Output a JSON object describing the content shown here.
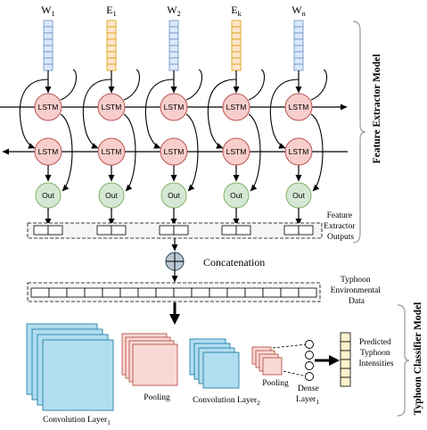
{
  "inputs": [
    {
      "base": "W",
      "sub": "1",
      "color": "blue"
    },
    {
      "base": "E",
      "sub": "1",
      "color": "orange"
    },
    {
      "base": "W",
      "sub": "2",
      "color": "blue"
    },
    {
      "base": "E",
      "sub": "k",
      "color": "orange"
    },
    {
      "base": "W",
      "sub": "n",
      "color": "blue"
    }
  ],
  "cell_label": "LSTM",
  "out_label": "Out",
  "feature_outputs_label": [
    "Feature",
    "Extractor",
    "Outputs"
  ],
  "concatenation_label": "Concatenation",
  "env_data_label": [
    "Typhoon",
    "Environmental",
    "Data"
  ],
  "conv1": {
    "base": "Convolution Layer",
    "sub": "1"
  },
  "pooling1_label": "Pooling",
  "conv2": {
    "base": "Convolution Layer",
    "sub": "2"
  },
  "pooling2_label": "Pooling",
  "dense": {
    "line1": "Dense",
    "base": "Layer",
    "sub": "1"
  },
  "predicted_label": [
    "Predicted",
    "Typhoon",
    "Intensities"
  ],
  "side_labels": {
    "top": "Feature Extractor Model",
    "bottom": "Typhoon Classifier Model"
  },
  "colors": {
    "blue_fill": "#dae8fc",
    "blue_stroke": "#6c8ebf",
    "orange_fill": "#ffe6cc",
    "orange_stroke": "#d79b00",
    "lstm_fill": "#f8cecc",
    "lstm_stroke": "#b85450",
    "out_fill": "#d5e8d4",
    "out_stroke": "#82b366",
    "conv_fill": "#b1ddf0",
    "conv_stroke": "#10739e",
    "pool_fill": "#fad9d5",
    "pool_stroke": "#ae4132",
    "pred_fill": "#fff2cc"
  }
}
